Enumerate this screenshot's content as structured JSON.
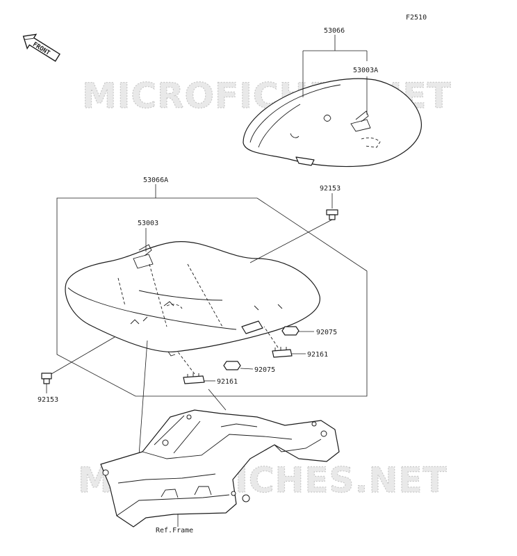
{
  "figure_id": "F2510",
  "front_marker": "FRONT",
  "watermark": "MICROFICHES.NET",
  "parts": {
    "seat_cover": "53066",
    "seat_cover_label": "53003A",
    "seat_assembly": "53066A",
    "seat_label": "53003",
    "bolt_right": "92153",
    "bolt_left": "92153",
    "damper_upper": "92075",
    "damper_lower": "92075",
    "clip_right": "92161",
    "clip_left": "92161",
    "frame_ref": "Ref.Frame"
  }
}
